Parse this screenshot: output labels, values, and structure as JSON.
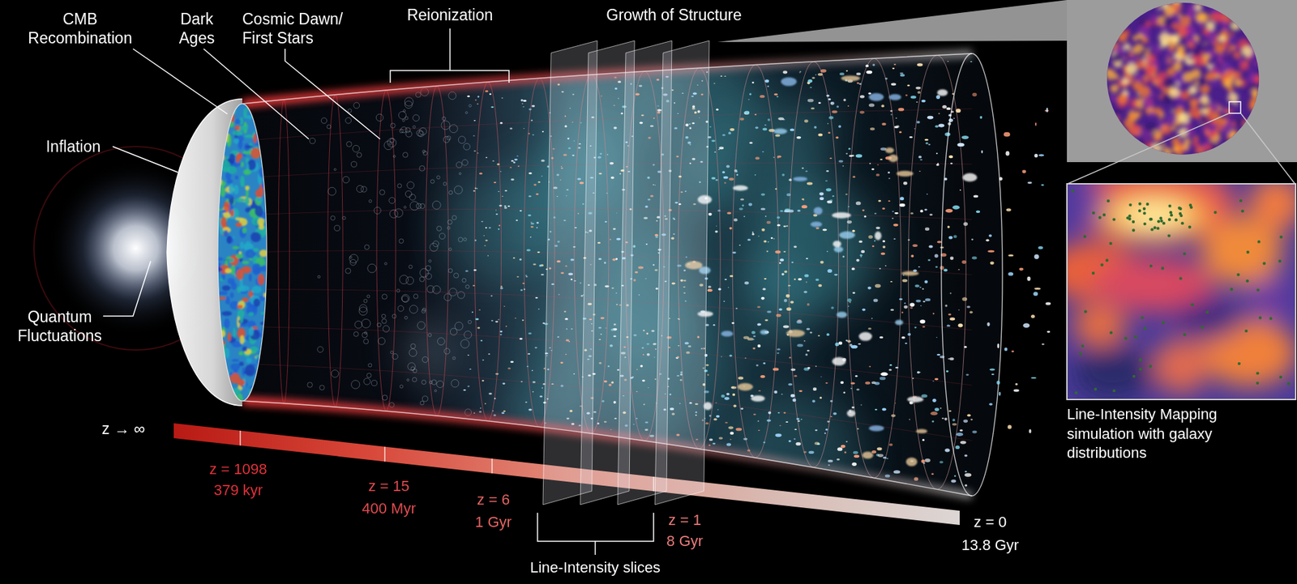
{
  "diagram": {
    "nodes": [
      {
        "text": [
          "Line-Intensity Mapping simulation with galaxy distributions"
        ]
      }
    ],
    "labels": [
      "CMB Recombination",
      "Dark Ages",
      "Cosmic Dawn/ First Stars",
      "Reionization",
      "Growth of Structure",
      "Inflation",
      "Quantum Fluctuations",
      "z → ∞",
      "z = 1098",
      "379 kyr",
      "z = 15",
      "400 Myr",
      "z = 6",
      "1 Gyr",
      "z = 1",
      "8 Gyr",
      "z = 0",
      "13.8 Gyr",
      "Line-Intensity slices"
    ]
  }
}
